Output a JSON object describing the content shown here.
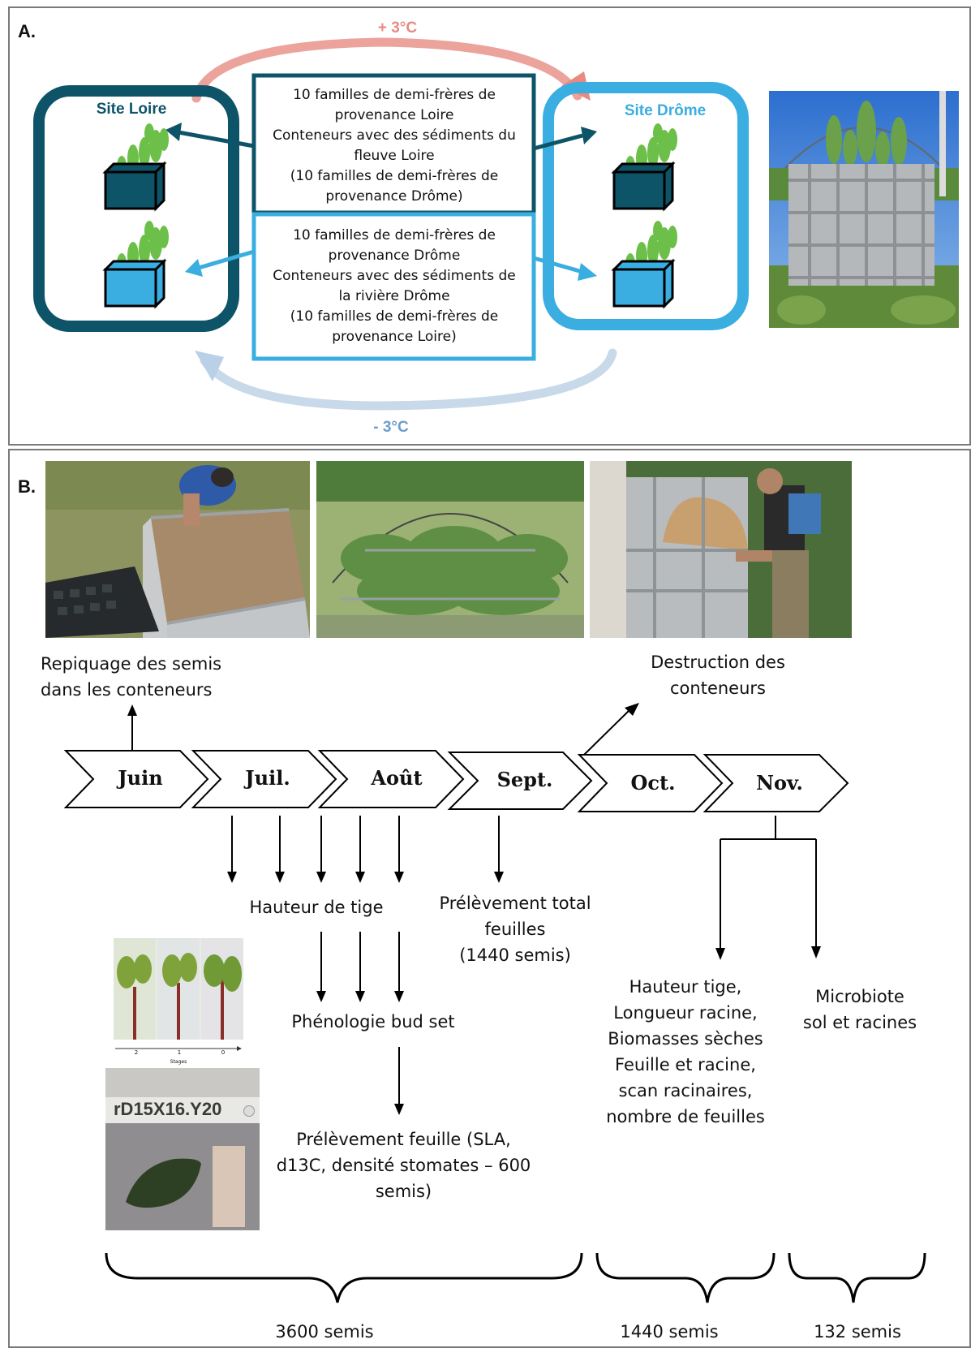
{
  "panel_a": {
    "label": "A.",
    "warming_label": "+ 3°C",
    "cooling_label": "- 3°C",
    "site_loire": "Site Loire",
    "site_drome": "Site Drôme",
    "box_loire_lines": [
      "10 familles de demi-frères de",
      "provenance  Loire",
      "Conteneurs avec des sédiments du",
      "fleuve Loire",
      "(10 familles de demi-frères de",
      "provenance  Drôme)"
    ],
    "box_drome_lines": [
      "10 familles de demi-frères de",
      "provenance  Drôme",
      "Conteneurs avec des sédiments de",
      "la rivière Drôme",
      "(10 familles de demi-frères de",
      "provenance  Loire)"
    ],
    "colors": {
      "loire": "#0e5468",
      "drome": "#3aaee0",
      "warm": "#e88a82",
      "cool": "#b9d0e6"
    }
  },
  "panel_b": {
    "label": "B.",
    "months": [
      "Juin",
      "Juil.",
      "Août",
      "Sept.",
      "Oct.",
      "Nov."
    ],
    "repiquage": [
      "Repiquage des semis",
      "dans les conteneurs"
    ],
    "destruction": [
      "Destruction des",
      "conteneurs"
    ],
    "hauteur_tige": "Hauteur de tige",
    "prelevement_total": [
      "Prélèvement total",
      "feuilles",
      "(1440 semis)"
    ],
    "phenologie": "Phénologie bud set",
    "prelevement_feuille": [
      "Prélèvement feuille (SLA,",
      "d13C, densité stomates – 600",
      "semis)"
    ],
    "mesures_finales": [
      "Hauteur tige,",
      "Longueur racine,",
      "Biomasses sèches",
      "Feuille et racine,",
      "scan racinaires,",
      "nombre de feuilles"
    ],
    "microbiote": [
      "Microbiote",
      "sol et racines"
    ],
    "bud_stages": {
      "ticks": [
        "2",
        "1",
        "0"
      ],
      "axis": "Stages"
    },
    "leaf_tag": "rD15X16.Y20",
    "totals": [
      "3600 semis",
      "1440 semis",
      "132 semis"
    ]
  }
}
